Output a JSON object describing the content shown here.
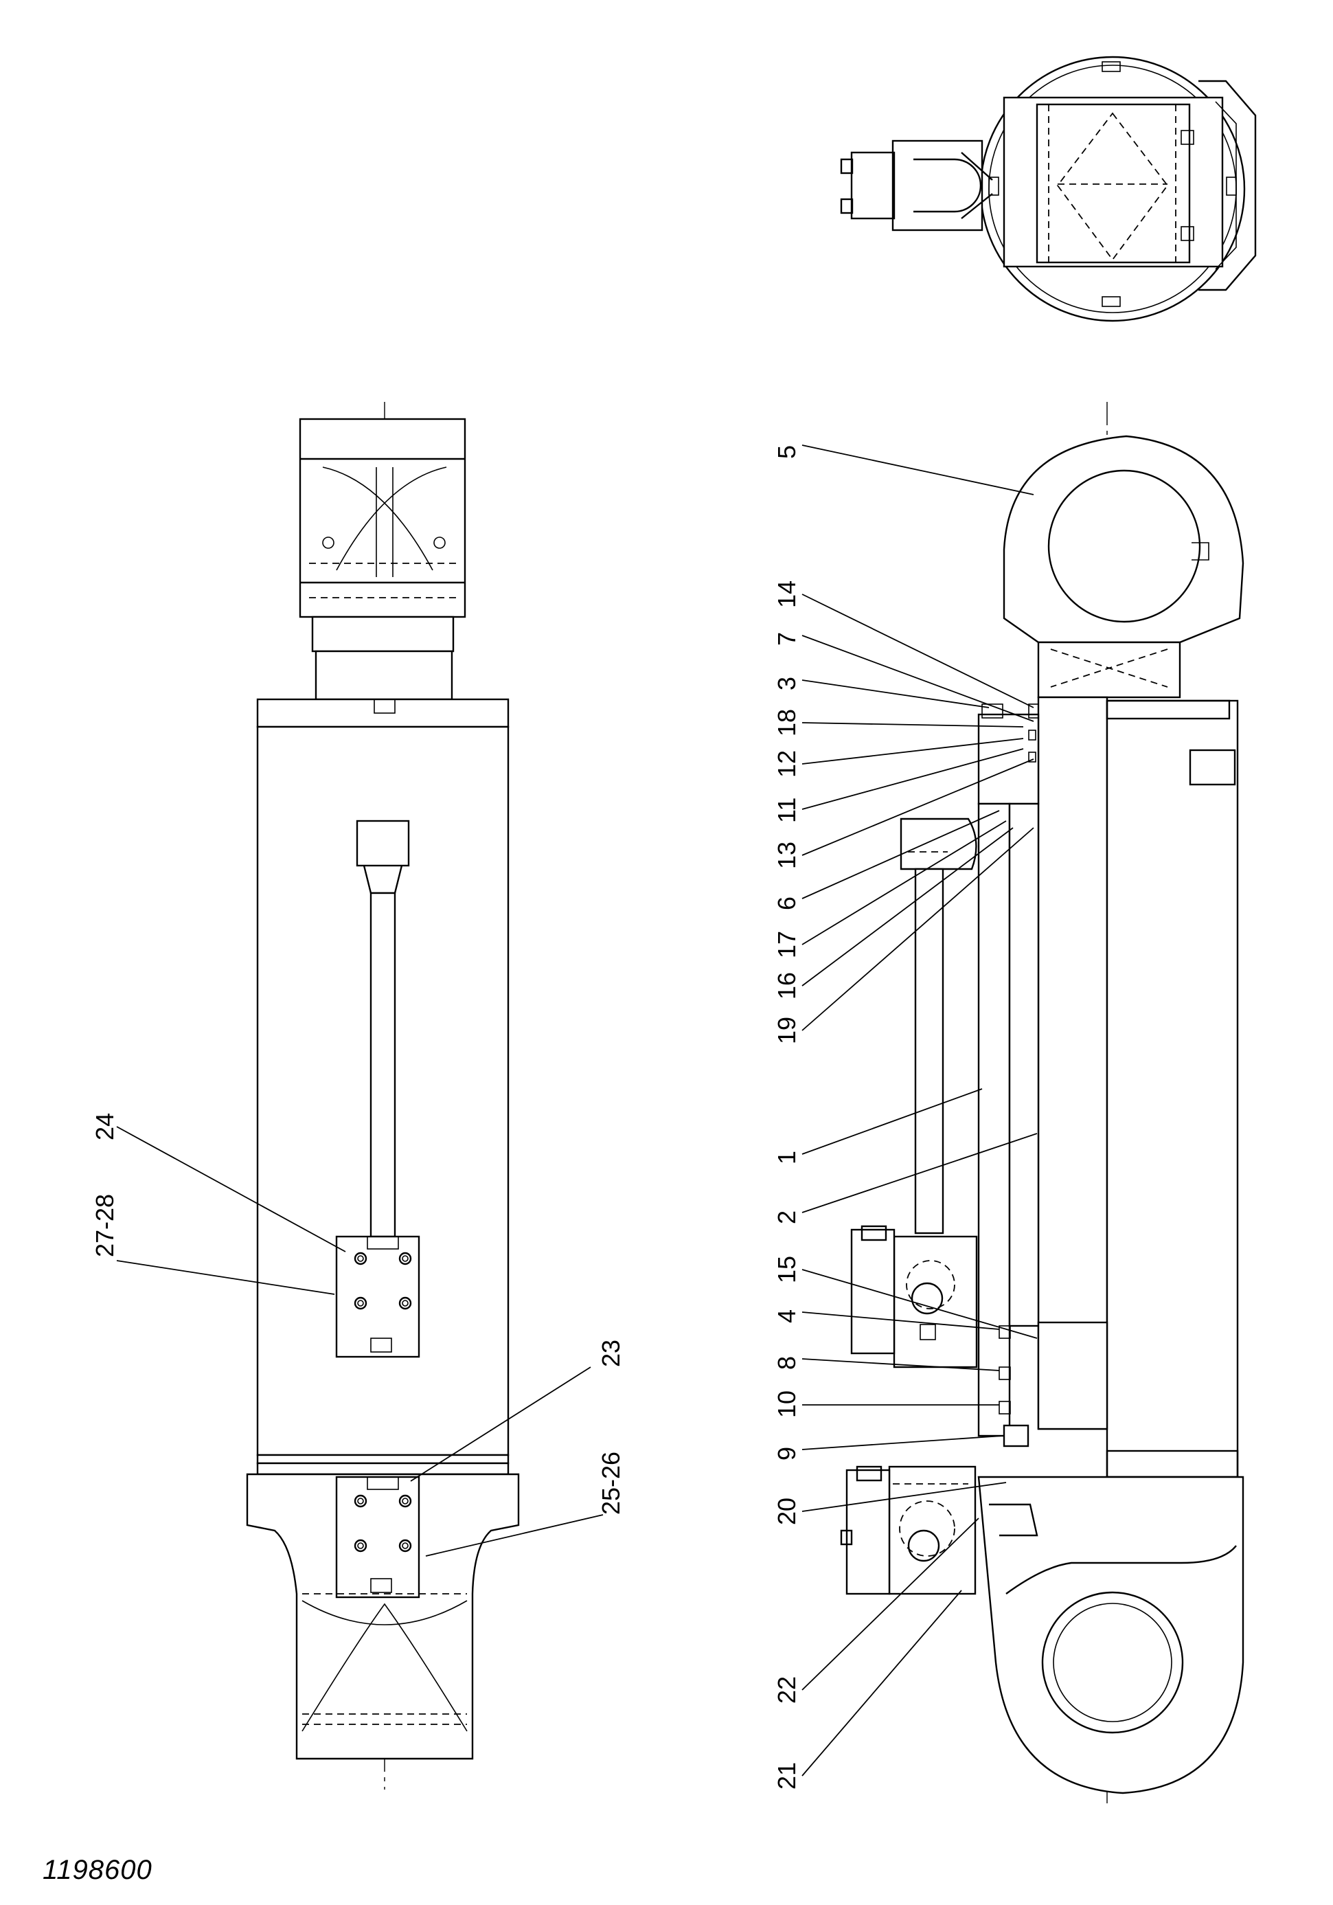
{
  "drawing_number": "1198600",
  "callouts": [
    {
      "id": "c5",
      "label": "5"
    },
    {
      "id": "c14",
      "label": "14"
    },
    {
      "id": "c7",
      "label": "7"
    },
    {
      "id": "c3",
      "label": "3"
    },
    {
      "id": "c18",
      "label": "18"
    },
    {
      "id": "c12",
      "label": "12"
    },
    {
      "id": "c11",
      "label": "11"
    },
    {
      "id": "c13",
      "label": "13"
    },
    {
      "id": "c6",
      "label": "6"
    },
    {
      "id": "c17",
      "label": "17"
    },
    {
      "id": "c16",
      "label": "16"
    },
    {
      "id": "c19",
      "label": "19"
    },
    {
      "id": "c1",
      "label": "1"
    },
    {
      "id": "c2",
      "label": "2"
    },
    {
      "id": "c15",
      "label": "15"
    },
    {
      "id": "c4",
      "label": "4"
    },
    {
      "id": "c8",
      "label": "8"
    },
    {
      "id": "c10",
      "label": "10"
    },
    {
      "id": "c9",
      "label": "9"
    },
    {
      "id": "c20",
      "label": "20"
    },
    {
      "id": "c22",
      "label": "22"
    },
    {
      "id": "c21",
      "label": "21"
    },
    {
      "id": "c24",
      "label": "24"
    },
    {
      "id": "c27-28",
      "label": "27-28"
    },
    {
      "id": "c23",
      "label": "23"
    },
    {
      "id": "c25-26",
      "label": "25-26"
    }
  ]
}
